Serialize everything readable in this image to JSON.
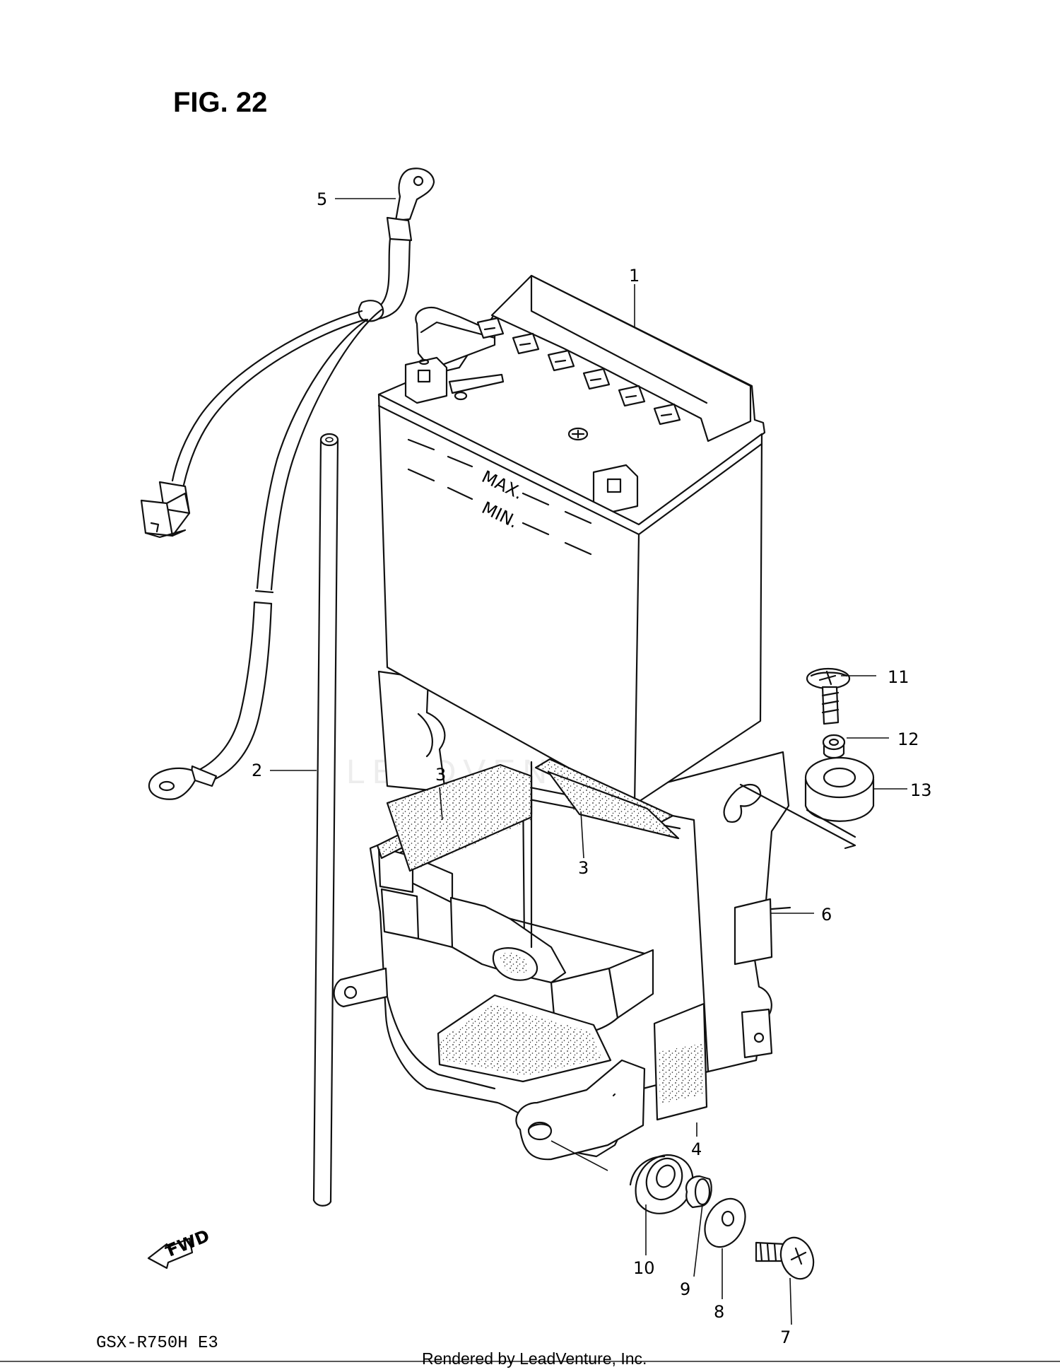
{
  "figure": {
    "title": "FIG. 22"
  },
  "footer": {
    "model": "GSX-R750H E3",
    "credit": "Rendered by LeadVenture, Inc."
  },
  "watermark": {
    "text": "LEADVENTURE"
  },
  "fwd_arrow": {
    "label": "FWD"
  },
  "callouts": [
    {
      "id": "c1",
      "label": "1"
    },
    {
      "id": "c2",
      "label": "2"
    },
    {
      "id": "c3a",
      "label": "3"
    },
    {
      "id": "c3b",
      "label": "3"
    },
    {
      "id": "c4",
      "label": "4"
    },
    {
      "id": "c5",
      "label": "5"
    },
    {
      "id": "c6",
      "label": "6"
    },
    {
      "id": "c7",
      "label": "7"
    },
    {
      "id": "c8",
      "label": "8"
    },
    {
      "id": "c9",
      "label": "9"
    },
    {
      "id": "c10",
      "label": "10"
    },
    {
      "id": "c11",
      "label": "11"
    },
    {
      "id": "c12",
      "label": "12"
    },
    {
      "id": "c13",
      "label": "13"
    }
  ],
  "battery": {
    "max_label": "MAX.",
    "min_label": "MIN."
  }
}
